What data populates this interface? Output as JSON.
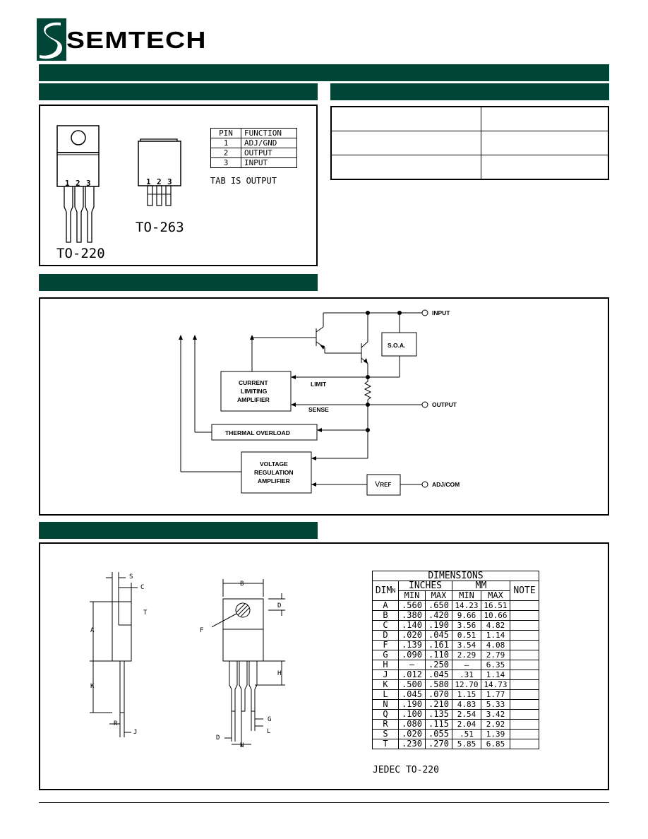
{
  "brand": {
    "name": "SEMTECH",
    "color": "#004535"
  },
  "pinout": {
    "headers": [
      "PIN",
      "FUNCTION"
    ],
    "rows": [
      [
        "1",
        "ADJ/GND"
      ],
      [
        "2",
        "OUTPUT"
      ],
      [
        "3",
        "INPUT"
      ]
    ],
    "note": "TAB IS OUTPUT",
    "pin_numbers": [
      "1",
      "2",
      "3"
    ],
    "package_a": "TO-220",
    "package_b": "TO-263"
  },
  "block_diagram": {
    "input": "INPUT",
    "output": "OUTPUT",
    "adj": "ADJ/COM",
    "soa": "S.O.A.",
    "current_amp": [
      "CURRENT",
      "LIMITING",
      "AMPLIFIER"
    ],
    "limit": "LIMIT",
    "sense": "SENSE",
    "thermal": "THERMAL OVERLOAD",
    "voltage_amp": [
      "VOLTAGE",
      "REGULATION",
      "AMPLIFIER"
    ],
    "vref_main": "V",
    "vref_sub": "REF"
  },
  "outline": {
    "labels": {
      "S": "S",
      "C": "C",
      "A": "A",
      "K": "K",
      "R": "R",
      "J": "J",
      "B": "B",
      "D": "D",
      "T": "T",
      "F": "F",
      "H": "H",
      "G": "G",
      "L": "L",
      "N": "N"
    },
    "jedec": "JEDEC TO-220"
  },
  "dimensions": {
    "title": "DIMENSIONS",
    "dim_header": "DIM",
    "dim_sup": "N",
    "inches": "INCHES",
    "mm": "MM",
    "note": "NOTE",
    "min": "MIN",
    "max": "MAX",
    "rows": [
      [
        "A",
        ".560",
        ".650",
        "14.23",
        "16.51"
      ],
      [
        "B",
        ".380",
        ".420",
        "9.66",
        "10.66"
      ],
      [
        "C",
        ".140",
        ".190",
        "3.56",
        "4.82"
      ],
      [
        "D",
        ".020",
        ".045",
        "0.51",
        "1.14"
      ],
      [
        "F",
        ".139",
        ".161",
        "3.54",
        "4.08"
      ],
      [
        "G",
        ".090",
        ".110",
        "2.29",
        "2.79"
      ],
      [
        "H",
        "—",
        ".250",
        "—",
        "6.35"
      ],
      [
        "J",
        ".012",
        ".045",
        ".31",
        "1.14"
      ],
      [
        "K",
        ".500",
        ".580",
        "12.70",
        "14.73"
      ],
      [
        "L",
        ".045",
        ".070",
        "1.15",
        "1.77"
      ],
      [
        "N",
        ".190",
        ".210",
        "4.83",
        "5.33"
      ],
      [
        "Q",
        ".100",
        ".135",
        "2.54",
        "3.42"
      ],
      [
        "R",
        ".080",
        ".115",
        "2.04",
        "2.92"
      ],
      [
        "S",
        ".020",
        ".055",
        ".51",
        "1.39"
      ],
      [
        "T",
        ".230",
        ".270",
        "5.85",
        "6.85"
      ]
    ]
  }
}
